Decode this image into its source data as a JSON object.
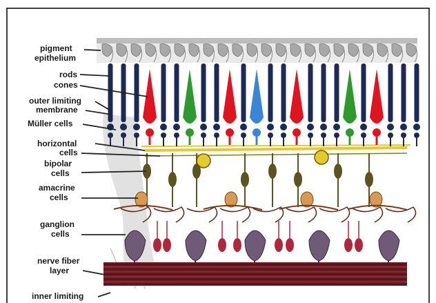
{
  "figure": {
    "title": "",
    "labels": {
      "pigment_epithelium": [
        "pigment",
        "epithelium"
      ],
      "rods": [
        "rods"
      ],
      "cones": [
        "cones"
      ],
      "outer_limiting_membrane": [
        "outer limiting",
        "membrane"
      ],
      "muller_cells": [
        "Müller cells"
      ],
      "horizontal_cells": [
        "horizontal",
        "cells"
      ],
      "bipolar_cells": [
        "bipolar",
        "cells"
      ],
      "amacrine_cells": [
        "amacrine",
        "cells"
      ],
      "ganglion_cells": [
        "ganglion",
        "cells"
      ],
      "nerve_fiber_layer": [
        "nerve fiber",
        "layer"
      ],
      "inner_limiting": [
        "inner limiting"
      ]
    }
  },
  "colors": {
    "rod": "#1c2a55",
    "cone_red": "#e0141e",
    "cone_green": "#2e9a2e",
    "cone_blue": "#3a86d6",
    "horizontal_cell": "#e6c92a",
    "bipolar_cell": "#5b5420",
    "amacrine_cell": "#d89a52",
    "ganglion_cell": "#6f5a78",
    "ganglion_red": "#b0263a",
    "nerve_fiber": "#6e1a22",
    "border": "#000000"
  }
}
